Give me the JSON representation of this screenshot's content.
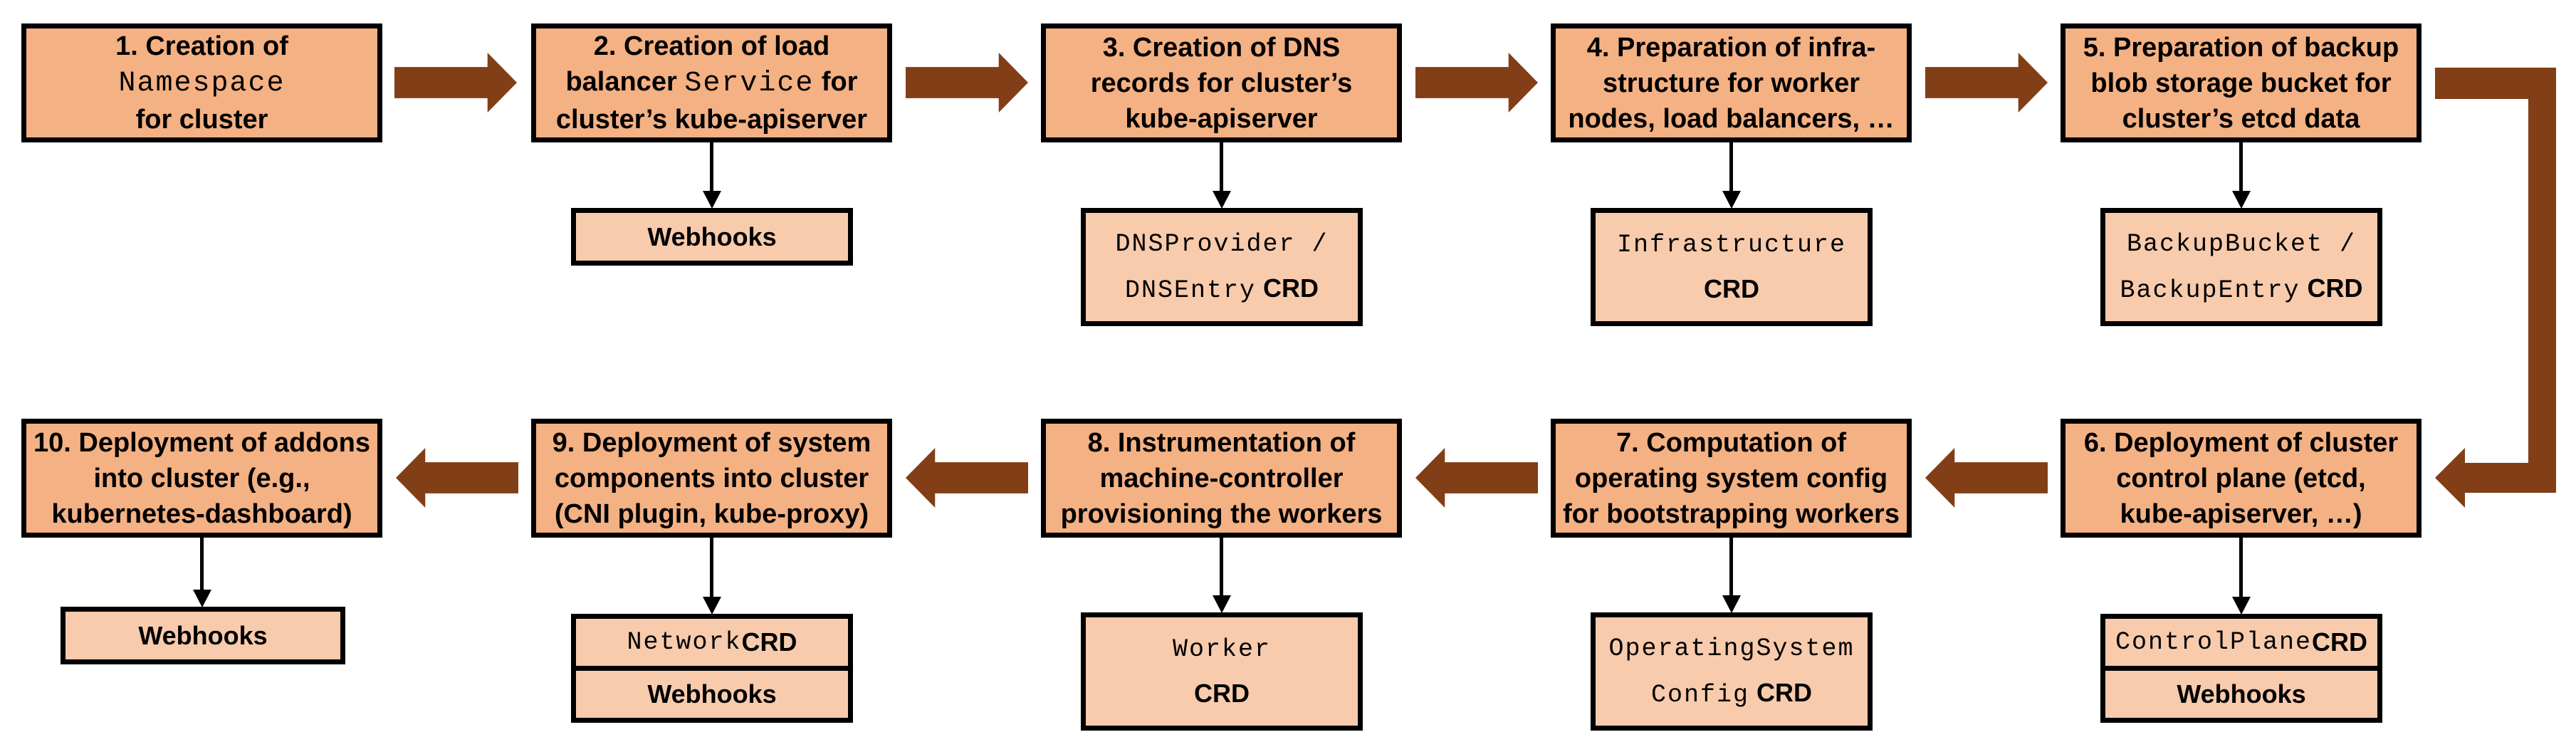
{
  "diagram": {
    "description": "Ten-step cluster creation flow",
    "colors": {
      "main_box_fill": "#F4B183",
      "sub_box_fill": "#F8CBAD",
      "arrow_brown": "#823E16",
      "border": "#000000",
      "background": "#FFFFFF"
    }
  },
  "steps": {
    "s1": {
      "line1": "1. Creation of",
      "code2": "Namespace",
      "line3": "for cluster"
    },
    "s2": {
      "line1": "2. Creation of load",
      "line2a": "balancer ",
      "code2": "Service",
      "line2b": " for",
      "line3": "cluster’s kube-apiserver"
    },
    "s3": {
      "line1": "3. Creation of DNS",
      "line2": "records for cluster’s",
      "line3": "kube-apiserver"
    },
    "s4": {
      "line1": "4. Preparation of infra-",
      "line2": "structure for worker",
      "line3": "nodes, load balancers, …"
    },
    "s5": {
      "line1": "5. Preparation of backup",
      "line2": "blob storage bucket for",
      "line3": "cluster’s etcd data"
    },
    "s6": {
      "line1": "6. Deployment of cluster",
      "line2": "control plane (etcd,",
      "line3": "kube-apiserver, …)"
    },
    "s7": {
      "line1": "7. Computation of",
      "line2": "operating system config",
      "line3": "for bootstrapping workers"
    },
    "s8": {
      "line1": "8. Instrumentation of",
      "line2": "machine-controller",
      "line3": "provisioning the workers"
    },
    "s9": {
      "line1": "9. Deployment of system",
      "line2": "components into cluster",
      "line3": "(CNI plugin, kube-proxy)"
    },
    "s10": {
      "line1": "10. Deployment of addons",
      "line2": "into cluster (e.g.,",
      "line3": "kubernetes-dashboard)"
    }
  },
  "sub_boxes": {
    "webhooks2": "Webhooks",
    "dns_code1": "DNSProvider /",
    "dns_code2": "DNSEntry",
    "dns_suffix2": " CRD",
    "infra_code1": "Infrastructure",
    "infra_label2": "CRD",
    "backup_code1": "BackupBucket /",
    "backup_code2": "BackupEntry",
    "backup_suffix2": " CRD",
    "controlplane_code": "ControlPlane",
    "controlplane_suffix": " CRD",
    "webhooks6": "Webhooks",
    "osc_code1": "OperatingSystem",
    "osc_code2": "Config",
    "osc_suffix2": " CRD",
    "worker_code1": "Worker",
    "worker_label2": "CRD",
    "network_code": "Network",
    "network_suffix": " CRD",
    "webhooks9": "Webhooks",
    "webhooks10": "Webhooks"
  }
}
